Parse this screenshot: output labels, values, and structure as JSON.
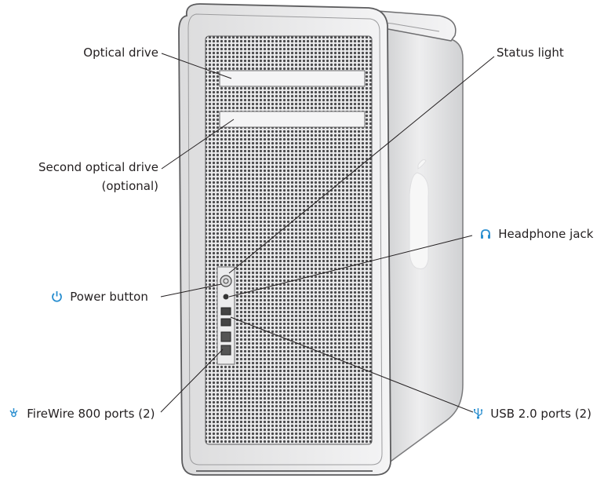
{
  "labels": {
    "optical_drive": "Optical drive",
    "second_optical_drive": "Second optical drive",
    "second_optical_drive_note": "(optional)",
    "status_light": "Status light",
    "headphone_jack": "Headphone jack",
    "power_button": "Power button",
    "firewire_ports": "FireWire 800 ports (2)",
    "usb_ports": "USB 2.0 ports (2)"
  },
  "icons": {
    "headphone": "headphone-icon",
    "power": "power-icon",
    "firewire": "firewire-icon",
    "usb": "usb-icon"
  },
  "colors": {
    "accent": "#2a8fd0",
    "text": "#231f20",
    "case_silver": "#d9dadc",
    "grille_dark": "#3a3a3a"
  }
}
